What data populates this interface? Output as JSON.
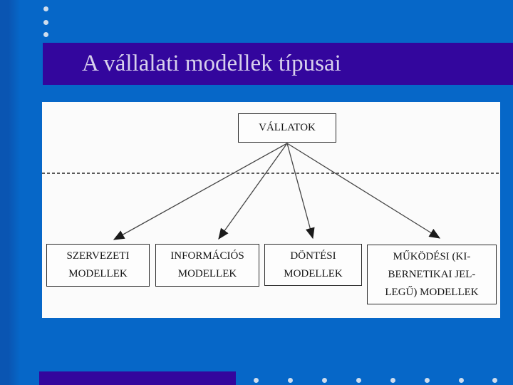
{
  "slide": {
    "title": "A vállalati modellek típusai",
    "diagram": {
      "root_label": "VÁLLATOK",
      "children": [
        {
          "label": "SZERVEZETI\nMODELLEK"
        },
        {
          "label": "INFORMÁCIÓS\nMODELLEK"
        },
        {
          "label": "DÖNTÉSI\nMODELLEK"
        },
        {
          "label": "MŰKÖDÉSI (KI-\nBERNETIKAI JEL-\nLEGŰ) MODELLEK"
        }
      ],
      "divider_style": "dashed-horizontal-line",
      "connector_style": "straight-lines-with-solid-arrowheads"
    },
    "colors": {
      "background": "#0667c8",
      "background_left_edge": "#0a55b2",
      "title_band": "#33069d",
      "title_text": "#d7d0ec",
      "canvas": "#fbfbfb",
      "box_border": "#2b2b2b",
      "box_text": "#141414",
      "connector": "#444444",
      "decor_dot": "#cfdded",
      "accent_bar": "#33069d"
    },
    "decor": {
      "top_dot_count": 3,
      "bottom_dot_count": 8
    }
  }
}
